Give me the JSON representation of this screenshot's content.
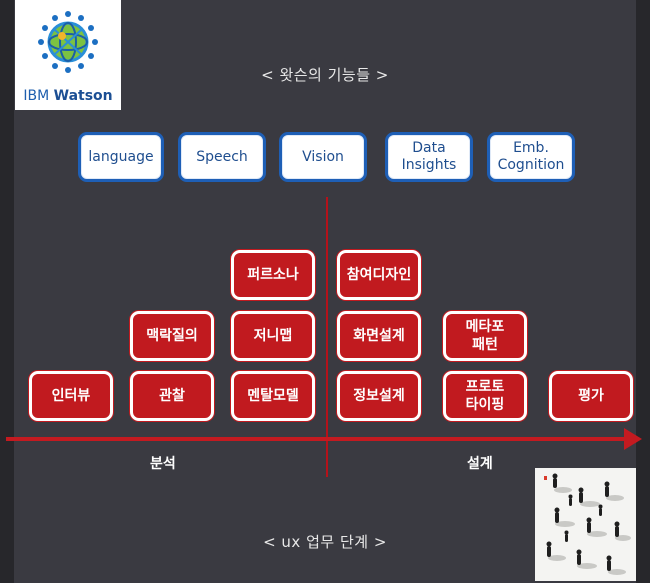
{
  "logo": {
    "brand": "IBM",
    "product": "Watson"
  },
  "top_title": "< 왓슨의 기능들 >",
  "capabilities": [
    "language",
    "Speech",
    "Vision",
    "Data\nInsights",
    "Emb.\nCognition"
  ],
  "ux_steps": {
    "analysis": [
      "인터뷰",
      "관찰",
      "맥락질의",
      "멘탈모델",
      "저니맵",
      "퍼르소나"
    ],
    "design": [
      "정보설계",
      "화면설계",
      "참여디자인",
      "프로토\n타이핑",
      "메타포\n패턴",
      "평가"
    ]
  },
  "axis": {
    "left_label": "분석",
    "right_label": "설계"
  },
  "bottom_title": "< ux 업무 단계 >",
  "colors": {
    "red": "#c11a1f",
    "blue": "#1e5fb6",
    "background": "#3a3a41"
  }
}
